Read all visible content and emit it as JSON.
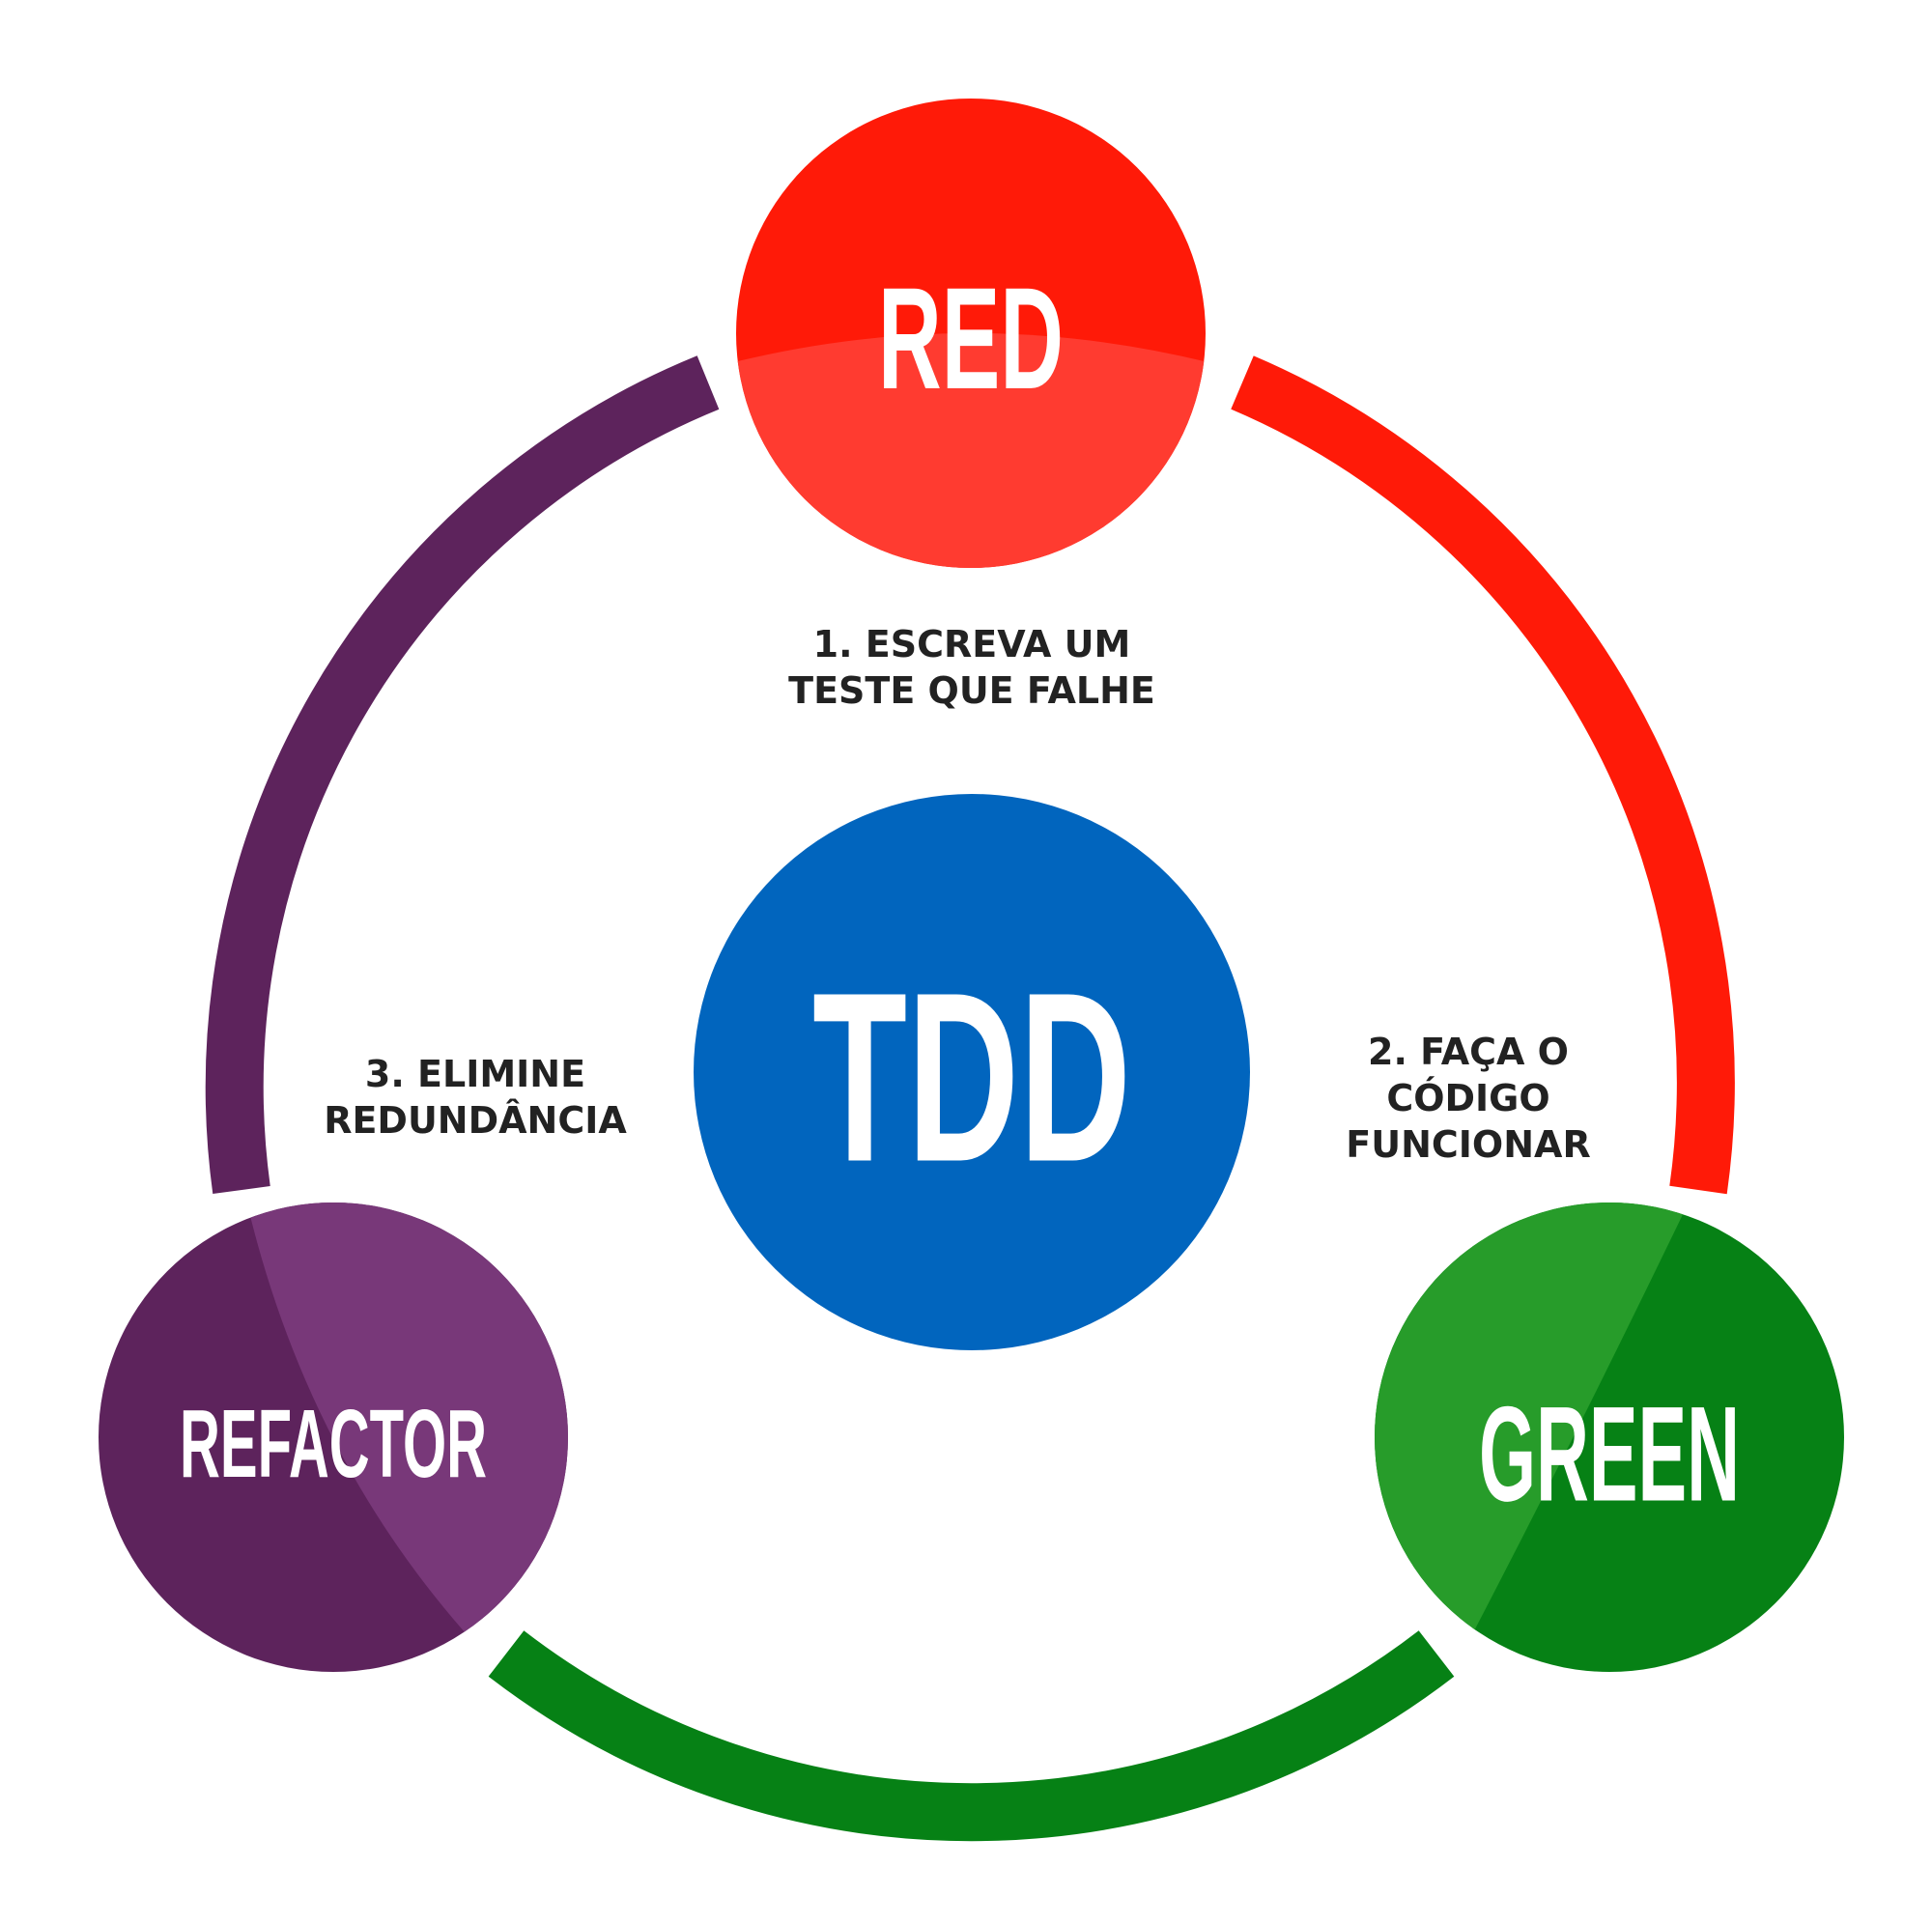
{
  "diagram": {
    "center": {
      "label": "TDD",
      "color": "#0165BE"
    },
    "nodes": {
      "red": {
        "label": "RED",
        "color": "#FF1A08",
        "highlight": "#FF3B30"
      },
      "green": {
        "label": "GREEN",
        "color": "#068115",
        "highlight": "#279C2A"
      },
      "refactor": {
        "label": "REFACTOR",
        "color": "#5D235C",
        "highlight": "#783879"
      }
    },
    "arcs": {
      "red_to_green": {
        "color": "#FF1A08"
      },
      "green_to_refactor": {
        "color": "#068115"
      },
      "refactor_to_red": {
        "color": "#5D235C"
      }
    },
    "steps": {
      "step1": {
        "line1": "1. ESCREVA UM",
        "line2": "TESTE QUE FALHE"
      },
      "step2": {
        "line1": "2. FAÇA O",
        "line2": "CÓDIGO",
        "line3": "FUNCIONAR"
      },
      "step3": {
        "line1": "3. ELIMINE",
        "line2": "REDUNDÂNCIA"
      }
    }
  }
}
